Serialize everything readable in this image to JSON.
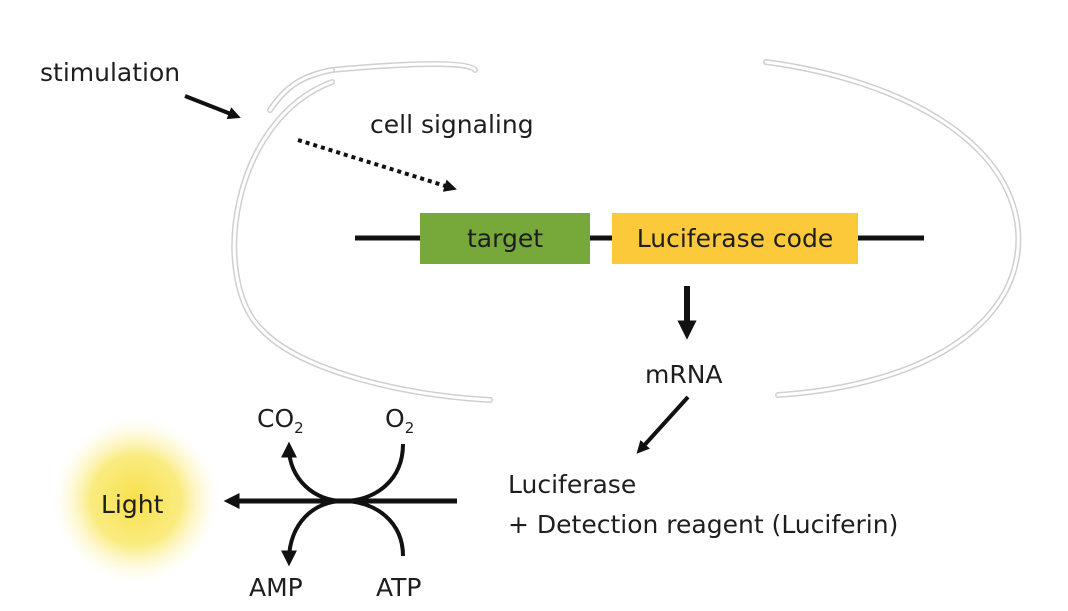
{
  "labels": {
    "stimulation": "stimulation",
    "cell_signaling": "cell signaling",
    "target": "target",
    "luciferase_code": "Luciferase code",
    "mrna": "mRNA",
    "luciferase": "Luciferase",
    "detection_reagent": "+ Detection reagent (Luciferin)",
    "light": "Light",
    "co2": "CO",
    "co2_sub": "2",
    "o2": "O",
    "o2_sub": "2",
    "amp": "AMP",
    "atp": "ATP"
  },
  "colors": {
    "target_box": "#76a83a",
    "luciferase_box": "#fbc93a",
    "light_glow": "#f7e04a",
    "cell_membrane": "#cfcfcf",
    "arrow": "#111111"
  }
}
